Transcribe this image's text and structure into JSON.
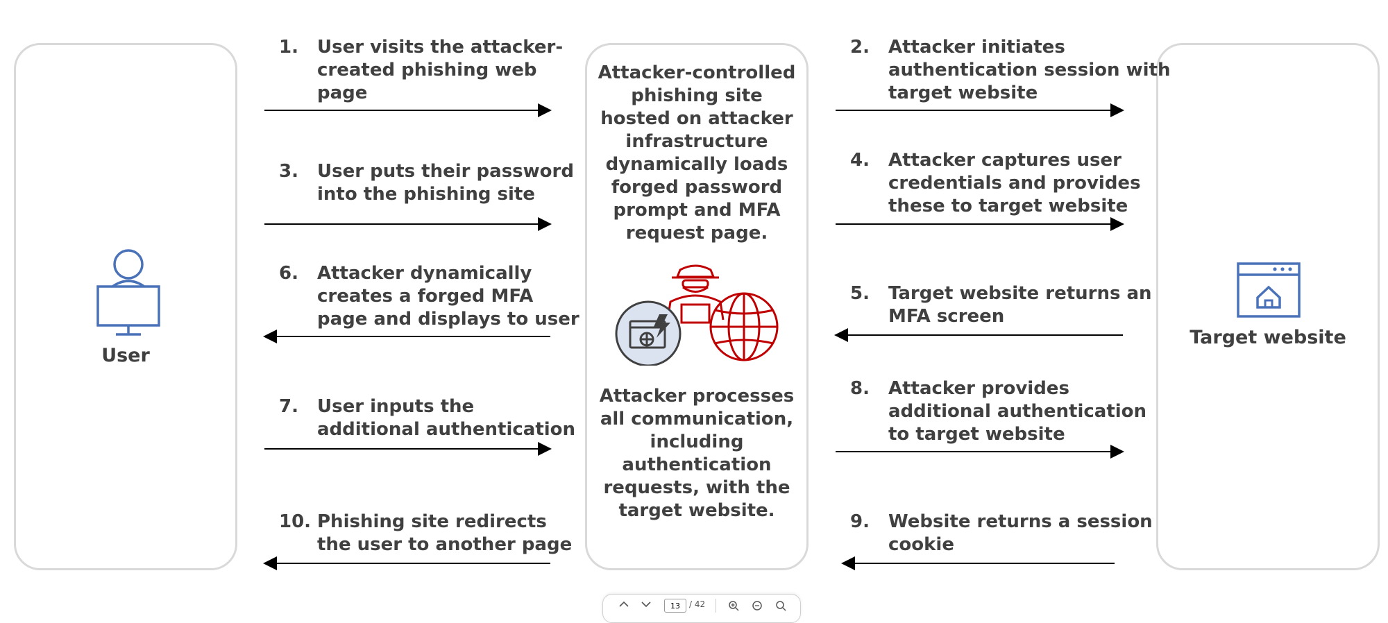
{
  "user_panel": {
    "label": "User",
    "icon": "user-at-computer-icon",
    "color": "#4a72b8"
  },
  "center_panel": {
    "top_text": [
      "Attacker-controlled",
      "phishing site",
      "hosted on attacker",
      "infrastructure",
      "dynamically loads",
      "forged password",
      "prompt and MFA",
      "request page."
    ],
    "bottom_text": [
      "Attacker processes",
      "all communication,",
      "including",
      "authentication",
      "requests, with the",
      "target website."
    ],
    "icon": "attacker-hacker-globe-icon",
    "attacker_color": "#c00000",
    "browser_circle_color": "#dbe3f1"
  },
  "target_panel": {
    "label": "Target website",
    "icon": "browser-home-icon",
    "color": "#4a72b8"
  },
  "steps_left": [
    {
      "num": "1.",
      "lines": [
        "User visits the attacker-",
        "created phishing web",
        "page"
      ],
      "direction": "right"
    },
    {
      "num": "3.",
      "lines": [
        "User puts their password",
        "into the phishing site"
      ],
      "direction": "right"
    },
    {
      "num": "6.",
      "lines": [
        "Attacker dynamically",
        "creates a forged MFA",
        "page and displays to user"
      ],
      "direction": "left"
    },
    {
      "num": "7.",
      "lines": [
        "User inputs the",
        "additional authentication"
      ],
      "direction": "right"
    },
    {
      "num": "10.",
      "lines": [
        "Phishing site redirects",
        "the user to another page"
      ],
      "direction": "left"
    }
  ],
  "steps_right": [
    {
      "num": "2.",
      "lines": [
        "Attacker initiates",
        "authentication session with",
        "target website"
      ],
      "direction": "right"
    },
    {
      "num": "4.",
      "lines": [
        "Attacker captures user",
        "credentials and provides",
        "these to target website"
      ],
      "direction": "right"
    },
    {
      "num": "5.",
      "lines": [
        "Target website returns an",
        "MFA screen"
      ],
      "direction": "left"
    },
    {
      "num": "8.",
      "lines": [
        "Attacker provides",
        "additional authentication",
        "to target website"
      ],
      "direction": "right"
    },
    {
      "num": "9.",
      "lines": [
        "Website returns a session",
        "cookie"
      ],
      "direction": "left"
    }
  ],
  "toolbar": {
    "page_current": "13",
    "page_total": "/ 42",
    "prev_icon": "chevron-up-icon",
    "next_icon": "chevron-down-icon",
    "zoom_in_icon": "zoom-in-icon",
    "rotate_icon": "rotate-icon",
    "search_icon": "search-icon"
  }
}
